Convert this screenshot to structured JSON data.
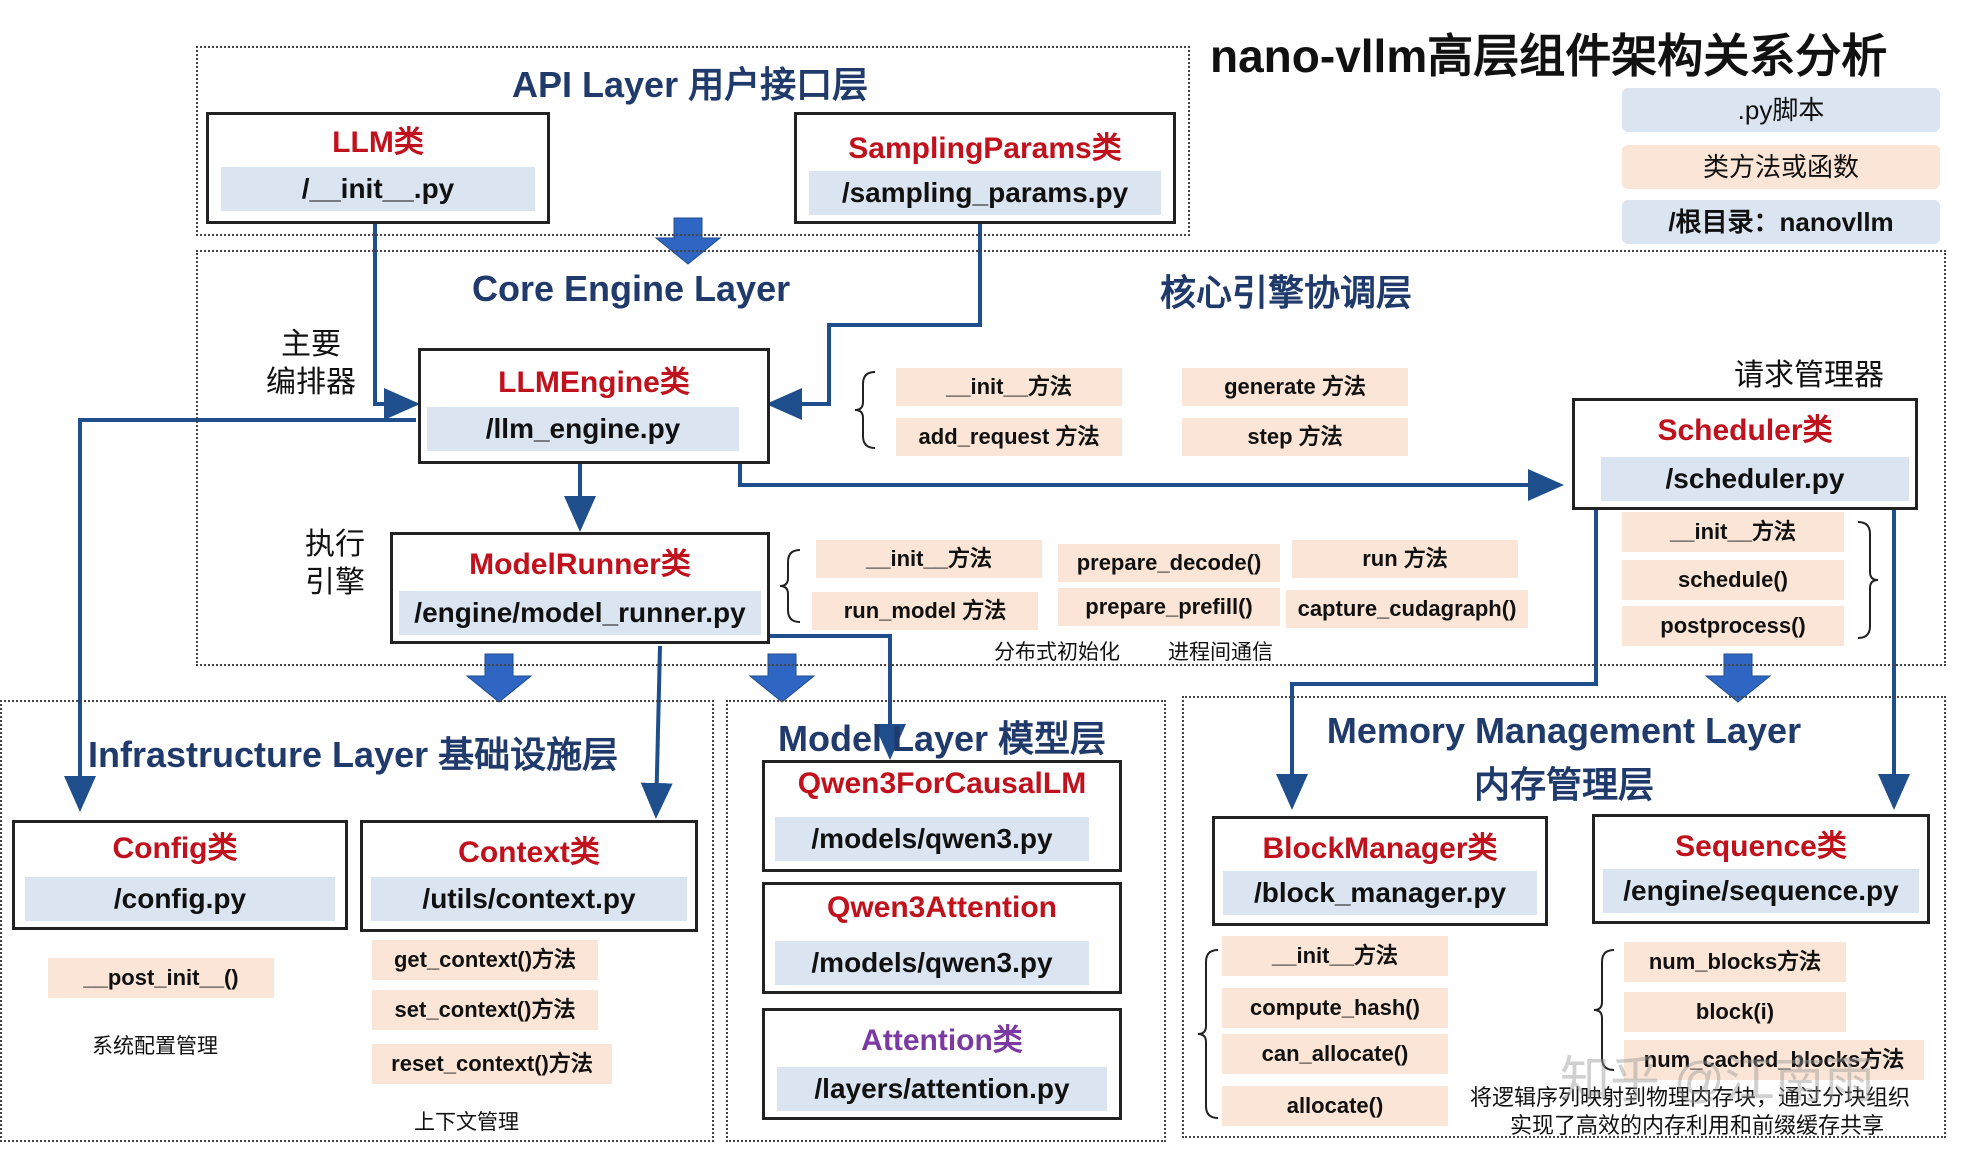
{
  "title": "nano-vllm高层组件架构关系分析",
  "legend": [
    {
      "text": ".py脚本",
      "kind": "file"
    },
    {
      "text": "类方法或函数",
      "kind": "method"
    },
    {
      "text": "/根目录：nanovllm",
      "kind": "file"
    }
  ],
  "api_layer": {
    "title": "API Layer 用户接口层",
    "llm": {
      "name": "LLM类",
      "file": "/__init__.py"
    },
    "sampling": {
      "name": "SamplingParams类",
      "file": "/sampling_params.py"
    }
  },
  "core_layer": {
    "title_en": "Core Engine Layer",
    "title_cn": "核心引擎协调层",
    "label_orchestrator": "主要\n编排器",
    "label_exec": "执行\n引擎",
    "label_request_mgr": "请求管理器",
    "llm_engine": {
      "name": "LLMEngine类",
      "file": "/llm_engine.py",
      "methods": [
        "__init__方法",
        "generate 方法",
        "add_request 方法",
        "step 方法"
      ]
    },
    "model_runner": {
      "name": "ModelRunner类",
      "file": "/engine/model_runner.py",
      "methods": [
        "__init__方法",
        "prepare_decode()",
        "run 方法",
        "run_model 方法",
        "prepare_prefill()",
        "capture_cudagraph()"
      ],
      "notes": [
        "分布式初始化",
        "进程间通信"
      ]
    },
    "scheduler": {
      "name": "Scheduler类",
      "file": "/scheduler.py",
      "methods": [
        "__init__方法",
        "schedule()",
        "postprocess()"
      ]
    }
  },
  "infra_layer": {
    "title": "Infrastructure Layer 基础设施层",
    "config": {
      "name": "Config类",
      "file": "/config.py",
      "methods": [
        "__post_init__()"
      ],
      "note": "系统配置管理"
    },
    "context": {
      "name": "Context类",
      "file": "/utils/context.py",
      "methods": [
        "get_context()方法",
        "set_context()方法",
        "reset_context()方法"
      ],
      "note": "上下文管理"
    }
  },
  "model_layer": {
    "title": "Model Layer 模型层",
    "qwen3_causal": {
      "name": "Qwen3ForCausalLM",
      "file": "/models/qwen3.py"
    },
    "qwen3_attn": {
      "name": "Qwen3Attention",
      "file": "/models/qwen3.py"
    },
    "attention": {
      "name": "Attention类",
      "file": "/layers/attention.py"
    }
  },
  "memory_layer": {
    "title_en": "Memory Management Layer",
    "title_cn": "内存管理层",
    "block_manager": {
      "name": "BlockManager类",
      "file": "/block_manager.py",
      "methods": [
        "__init__方法",
        "compute_hash()",
        "can_allocate()",
        "allocate()"
      ]
    },
    "sequence": {
      "name": "Sequence类",
      "file": "/engine/sequence.py",
      "methods": [
        "num_blocks方法",
        "block(i)",
        "num_cached_blocks方法"
      ]
    },
    "note": [
      "将逻辑序列映射到物理内存块，通过分块组织",
      "实现了高效的内存利用和前缀缓存共享"
    ]
  },
  "watermark": "知乎 @江南雨",
  "colors": {
    "class_name": "#c0111c",
    "attention_name": "#7a3aa2",
    "layer_title": "#1f3a6b",
    "file_fill": "#dbe5f1",
    "method_fill": "#fbe5d6",
    "arrow": "#1f4e8c",
    "fat_arrow": "#2f66c4"
  }
}
